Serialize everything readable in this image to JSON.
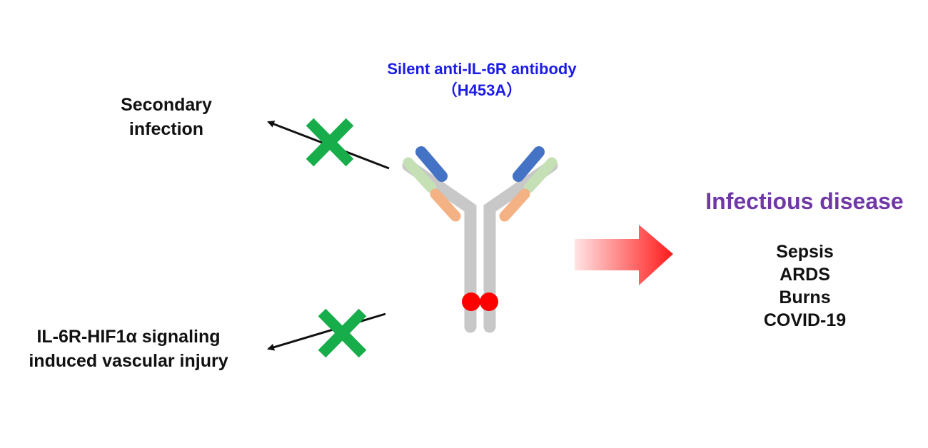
{
  "antibody": {
    "name": "Silent anti-IL-6R antibody",
    "variant": "（H453A）"
  },
  "blocked_effects": [
    {
      "lines": [
        "Secondary",
        "infection"
      ]
    },
    {
      "lines": [
        "IL-6R-HIF1α signaling",
        "induced vascular injury"
      ]
    }
  ],
  "disease": {
    "title": "Infectious disease",
    "items": [
      "Sepsis",
      "ARDS",
      "Burns",
      "COVID-19"
    ]
  },
  "colors": {
    "antibody_title": "#1c1ce6",
    "disease_title": "#7038a6",
    "block_mark": "#17ad4a",
    "arrow": "#ff1a1a",
    "fc_dot": "#ff0000",
    "heavy_chain": "#c8c8c8",
    "variable_heavy": "#4472c4",
    "variable_light": "#c5e0b4",
    "constant_light": "#f4b183"
  },
  "icons": {
    "block_mark": "green-x-icon",
    "treatment_arrow": "gradient-arrow-icon",
    "antibody": "antibody-icon"
  }
}
